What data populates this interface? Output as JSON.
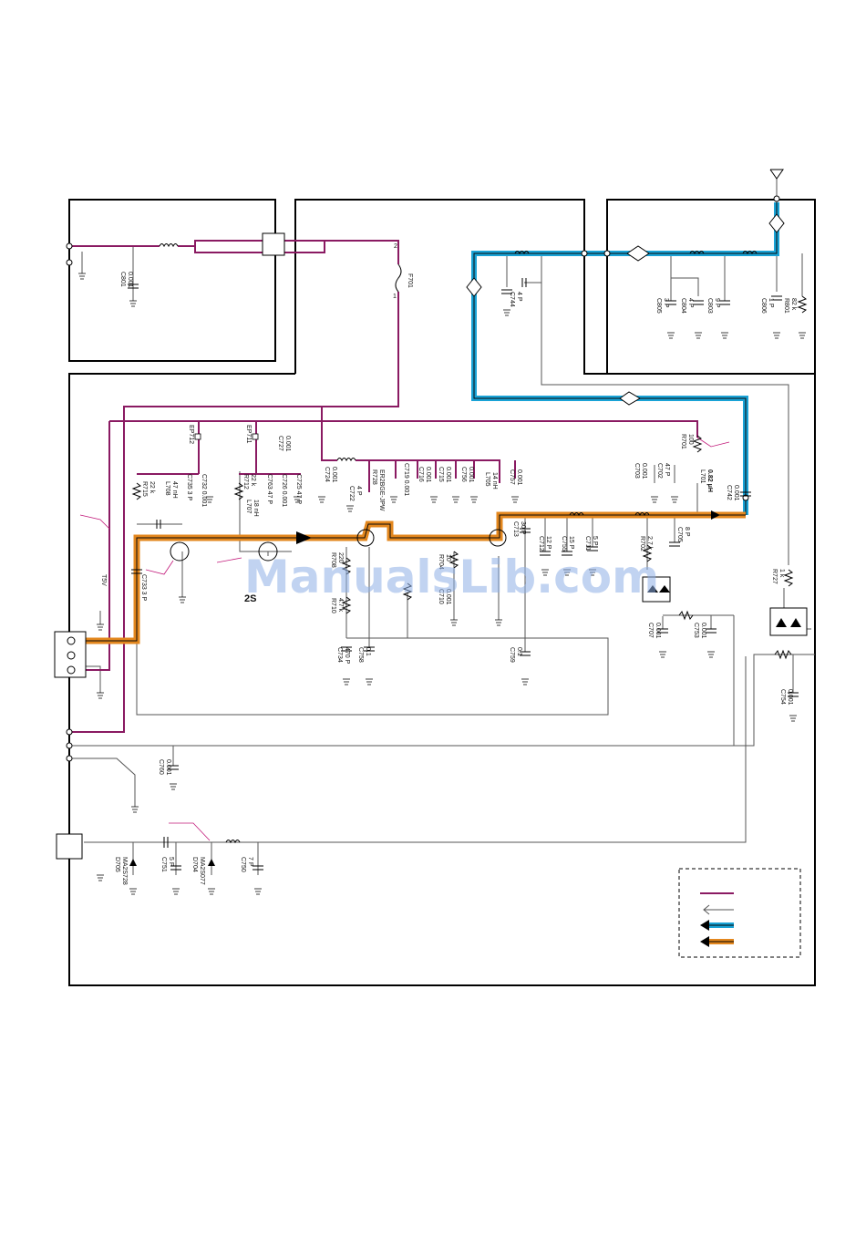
{
  "labels": {
    "c801": "C801",
    "c801v": "0.001",
    "f701": "F701",
    "f701_p1": "1",
    "f701_p2": "2",
    "c744": "C744",
    "c744v": "4 P",
    "c805": "C805",
    "c805v": "3 P",
    "c804": "C804",
    "c804v": "4 P",
    "c803": "C803",
    "c803v": "9 P",
    "c806": "C806",
    "c806v": "1 P",
    "r801": "R801",
    "r801v": "82 k",
    "ep712": "EP712",
    "ep711": "EP711",
    "c727": "C727",
    "c727v": "0.001",
    "r715": "R715",
    "r715v": "22 k",
    "l708": "L708",
    "l708v": "47 nH",
    "c735": "C735 3 P",
    "c732": "C732 0.001",
    "r712": "R712",
    "r712v": "22 k",
    "l707": "L707",
    "l707v": "18 nH",
    "c763": "C763 47 P",
    "c726": "C726 0.001",
    "c725": "C725 47 P",
    "c724": "C724",
    "c724v": "0.001",
    "c722": "C722",
    "c722v": "4 P",
    "r728": "R728",
    "r728v": "ER2BGE-JPW",
    "c719": "C719 0.001",
    "c716": "C716",
    "c716v": "0.001",
    "c715": "C715",
    "c715v": "0.001",
    "c756": "C756",
    "c756v": "0.001",
    "l705": "L705",
    "l705v": "14 nH",
    "c757": "C757",
    "c757v": "0.001",
    "c703": "C703",
    "c703v": "0.001",
    "c702": "C702",
    "c702v": "47 P",
    "r701": "R701",
    "r701v": "100",
    "l701": "L701",
    "l701v": "0.82 μH",
    "c742": "C742",
    "c742v": "0.001",
    "t5v": "T5V",
    "c733": "C733 3 P",
    "c713": "C713",
    "c713v": "30 P",
    "c712": "C712",
    "c712v": "12 P",
    "c755": "C755",
    "c755v": "15 P",
    "c711": "C711",
    "c711v": "5 P",
    "r702": "R702",
    "r702v": "2.7 k",
    "c705": "C705",
    "c705v": "8 P",
    "r727": "R727",
    "r727v": "1 k",
    "r708": "R708",
    "r708v": "220",
    "r710": "R710",
    "r710v": "4.7 k",
    "r704": "R704",
    "r704v": "10",
    "c710": "C710",
    "c710v": "0.001",
    "c734": "C734",
    "c734v": "470 P",
    "c758": "C758",
    "c758v": "0.1",
    "c759": "C759",
    "c759v": "0.1",
    "c707": "C707",
    "c707v": "0.001",
    "c753": "C753",
    "c753v": "0.001",
    "c754": "C754",
    "c754v": "0.001",
    "c760": "C760",
    "c760v": "0.001",
    "d705": "D705",
    "d705v": "MA2S728",
    "c751": "C751",
    "c751v": "5 P",
    "d704": "D704",
    "d704v": "MA2S077",
    "c750": "C750",
    "c750v": "7 P",
    "q_partial": "2S"
  },
  "watermark": "ManualsLib.com",
  "legend": {
    "items": [
      {
        "color": "#8a1a62",
        "style": "line"
      },
      {
        "color": "#555555",
        "style": "arrow"
      },
      {
        "color": "#1aa3d6",
        "style": "arrow"
      },
      {
        "color": "#e3871e",
        "style": "arrow"
      }
    ]
  },
  "colors": {
    "power": "#8a1a62",
    "rx": "#1aa3d6",
    "tx": "#e3871e",
    "signal": "#555555"
  }
}
